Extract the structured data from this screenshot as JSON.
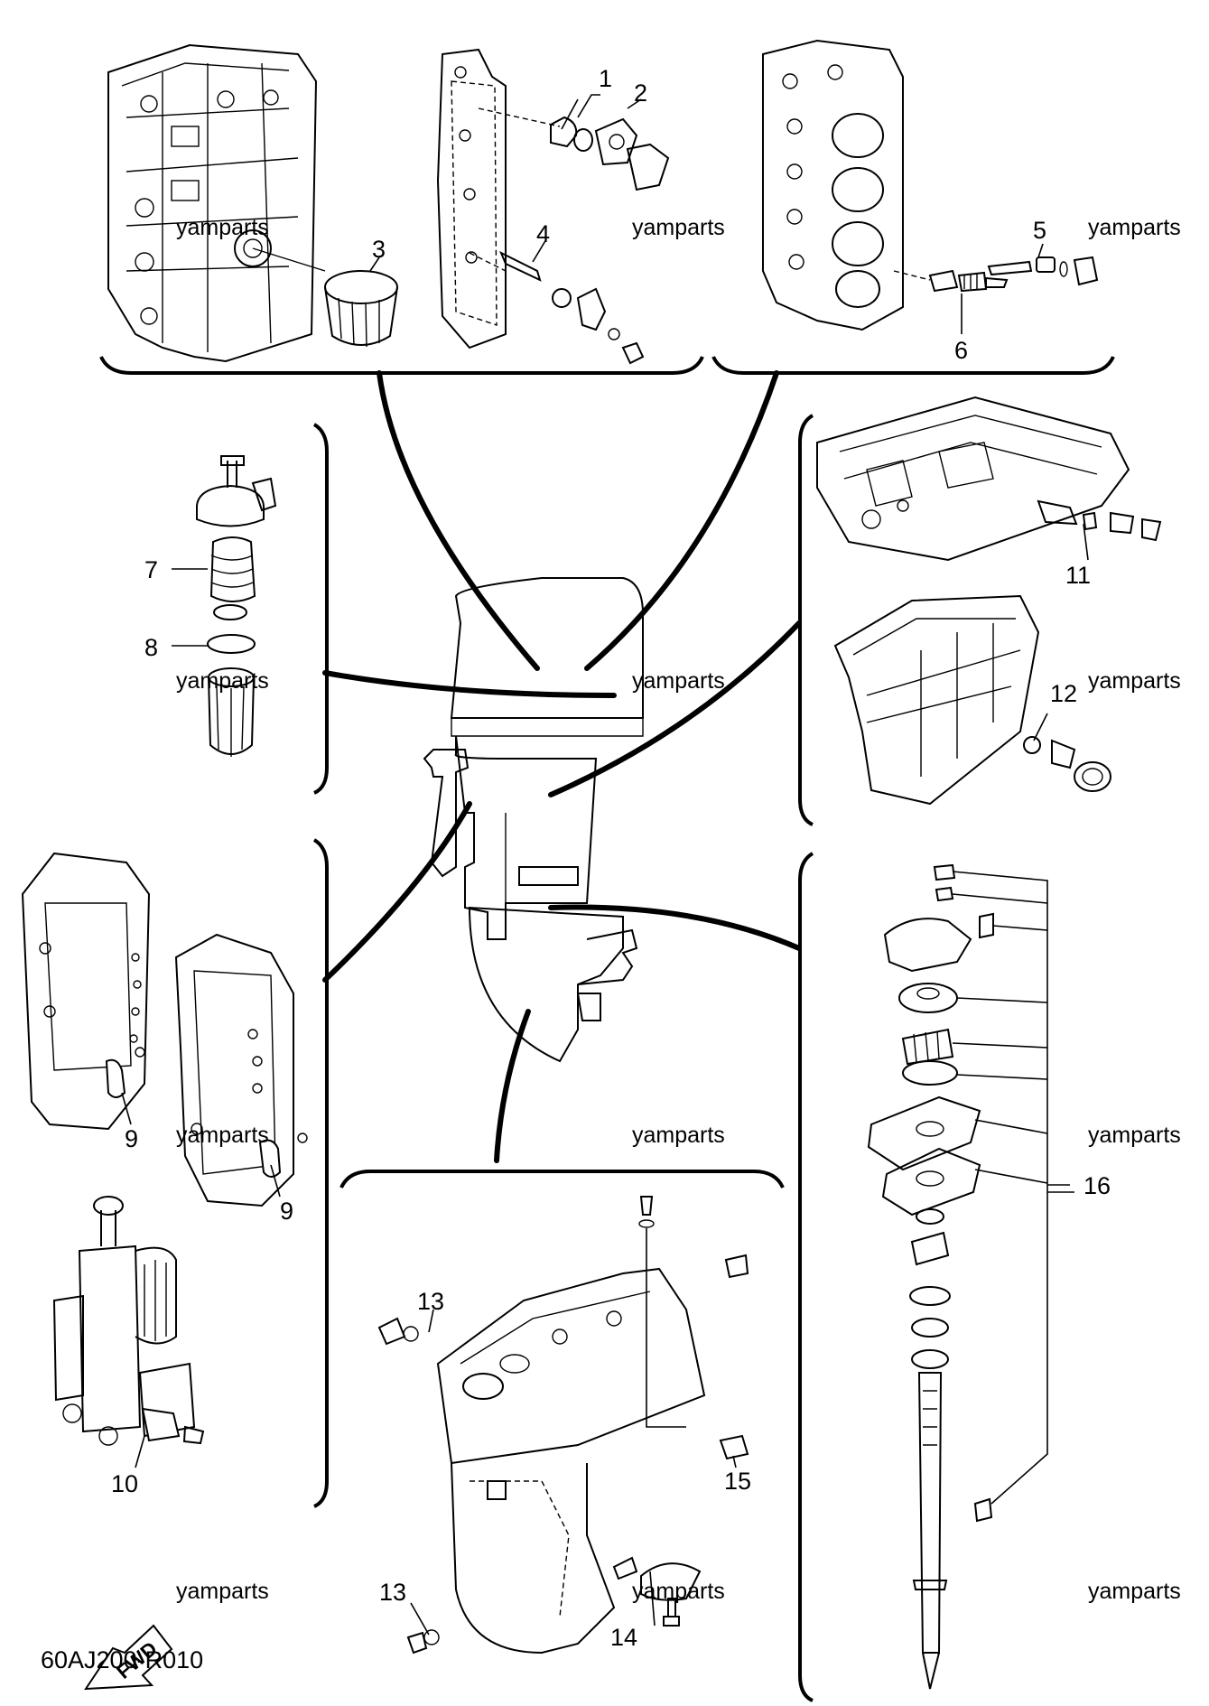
{
  "diagram_code": "60AJ200-R010",
  "watermark": "yamparts",
  "fwd_label": "FWD",
  "callouts": [
    "1",
    "2",
    "3",
    "4",
    "5",
    "6",
    "7",
    "8",
    "9",
    "9",
    "10",
    "11",
    "12",
    "13",
    "13",
    "14",
    "15",
    "16"
  ]
}
